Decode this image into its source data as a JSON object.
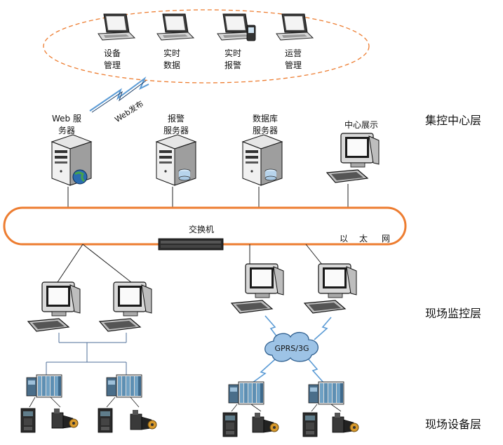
{
  "clients": [
    {
      "line1": "设备",
      "line2": "管理"
    },
    {
      "line1": "实时",
      "line2": "数据"
    },
    {
      "line1": "实时",
      "line2": "报警"
    },
    {
      "line1": "运营",
      "line2": "管理"
    }
  ],
  "web_publish": "Web发布",
  "servers": {
    "web": {
      "line1": "Web 服",
      "line2": "务器"
    },
    "alarm": {
      "line1": "报警",
      "line2": "服务器"
    },
    "db": {
      "line1": "数据库",
      "line2": "服务器"
    }
  },
  "center_display": "中心展示",
  "switch_label": "交换机",
  "ethernet": [
    "以",
    "太",
    "网"
  ],
  "gprs": "GPRS/3G",
  "layers": {
    "top": "集控中心层",
    "middle": "现场监控层",
    "bottom": "现场设备层"
  },
  "colors": {
    "ethernet_ring": "#ED7D31",
    "cloud": "#9DC3E6",
    "lightning": "#5B9BD5",
    "ellipse": "#ED7D31"
  }
}
